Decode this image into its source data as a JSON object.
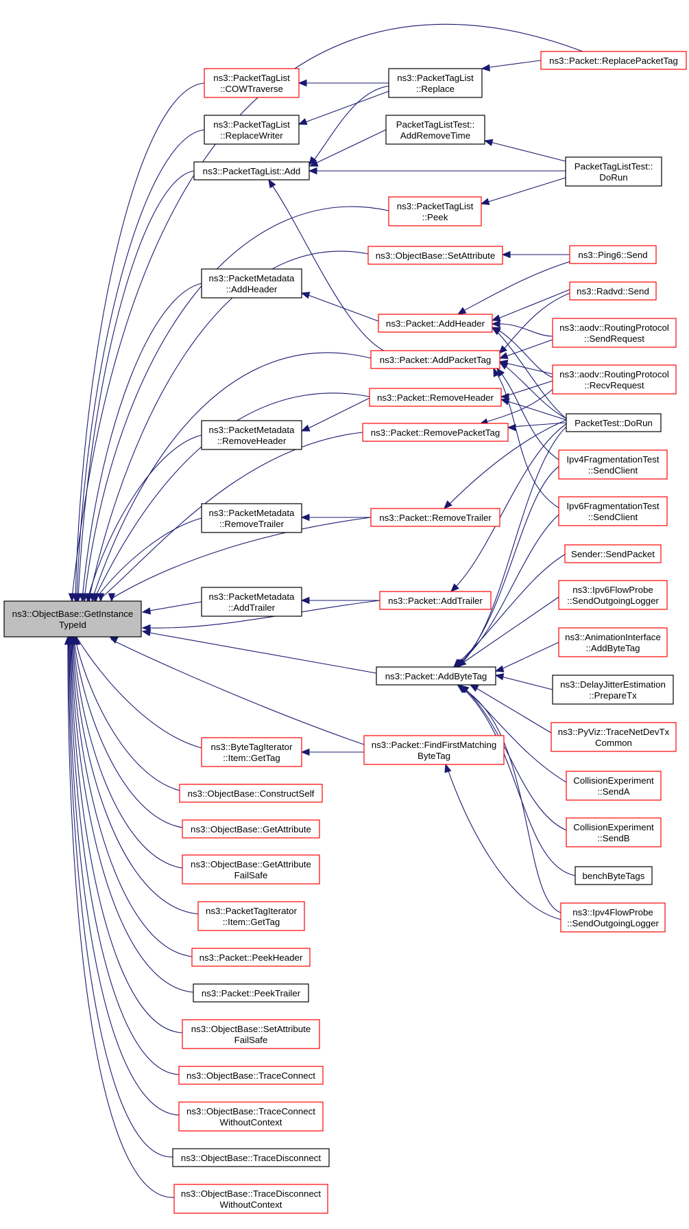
{
  "graph": {
    "root": "GetInstanceTypeId",
    "colors": {
      "edge": "#191970",
      "red_border": "#ff0000",
      "black_border": "#000000",
      "root_fill": "#bfbfbf"
    },
    "nodes": [
      {
        "id": "GetInstanceTypeId",
        "lines": [
          "ns3::ObjectBase::GetInstance",
          "TypeId"
        ],
        "border": "root"
      },
      {
        "id": "COWTraverse",
        "lines": [
          "ns3::PacketTagList",
          "::COWTraverse"
        ],
        "border": "red"
      },
      {
        "id": "ReplaceWriter",
        "lines": [
          "ns3::PacketTagList",
          "::ReplaceWriter"
        ],
        "border": "black"
      },
      {
        "id": "PTLAdd",
        "lines": [
          "ns3::PacketTagList::Add"
        ],
        "border": "black"
      },
      {
        "id": "PMAddHeader",
        "lines": [
          "ns3::PacketMetadata",
          "::AddHeader"
        ],
        "border": "black"
      },
      {
        "id": "PMRemoveHeader",
        "lines": [
          "ns3::PacketMetadata",
          "::RemoveHeader"
        ],
        "border": "black"
      },
      {
        "id": "PMRemoveTrailer",
        "lines": [
          "ns3::PacketMetadata",
          "::RemoveTrailer"
        ],
        "border": "black"
      },
      {
        "id": "PMAddTrailer",
        "lines": [
          "ns3::PacketMetadata",
          "::AddTrailer"
        ],
        "border": "black"
      },
      {
        "id": "BTIGetTag",
        "lines": [
          "ns3::ByteTagIterator",
          "::Item::GetTag"
        ],
        "border": "red"
      },
      {
        "id": "ConstructSelf",
        "lines": [
          "ns3::ObjectBase::ConstructSelf"
        ],
        "border": "red"
      },
      {
        "id": "GetAttribute",
        "lines": [
          "ns3::ObjectBase::GetAttribute"
        ],
        "border": "red"
      },
      {
        "id": "GetAttributeFailSafe",
        "lines": [
          "ns3::ObjectBase::GetAttribute",
          "FailSafe"
        ],
        "border": "red"
      },
      {
        "id": "PTIGetTag",
        "lines": [
          "ns3::PacketTagIterator",
          "::Item::GetTag"
        ],
        "border": "red"
      },
      {
        "id": "PeekHeader",
        "lines": [
          "ns3::Packet::PeekHeader"
        ],
        "border": "red"
      },
      {
        "id": "PeekTrailer",
        "lines": [
          "ns3::Packet::PeekTrailer"
        ],
        "border": "black"
      },
      {
        "id": "SetAttributeFailSafe",
        "lines": [
          "ns3::ObjectBase::SetAttribute",
          "FailSafe"
        ],
        "border": "red"
      },
      {
        "id": "TraceConnect",
        "lines": [
          "ns3::ObjectBase::TraceConnect"
        ],
        "border": "red"
      },
      {
        "id": "TraceConnectWC",
        "lines": [
          "ns3::ObjectBase::TraceConnect",
          "WithoutContext"
        ],
        "border": "red"
      },
      {
        "id": "TraceDisconnect",
        "lines": [
          "ns3::ObjectBase::TraceDisconnect"
        ],
        "border": "black"
      },
      {
        "id": "TraceDisconnectWC",
        "lines": [
          "ns3::ObjectBase::TraceDisconnect",
          "WithoutContext"
        ],
        "border": "red"
      },
      {
        "id": "PTLReplace",
        "lines": [
          "ns3::PacketTagList",
          "::Replace"
        ],
        "border": "black"
      },
      {
        "id": "PTLTAddRemoveTime",
        "lines": [
          "PacketTagListTest::",
          "AddRemoveTime"
        ],
        "border": "black"
      },
      {
        "id": "PTLPeek",
        "lines": [
          "ns3::PacketTagList",
          "::Peek"
        ],
        "border": "red"
      },
      {
        "id": "SetAttribute",
        "lines": [
          "ns3::ObjectBase::SetAttribute"
        ],
        "border": "red"
      },
      {
        "id": "PAddHeader",
        "lines": [
          "ns3::Packet::AddHeader"
        ],
        "border": "red"
      },
      {
        "id": "PAddPacketTag",
        "lines": [
          "ns3::Packet::AddPacketTag"
        ],
        "border": "red"
      },
      {
        "id": "PRemoveHeader",
        "lines": [
          "ns3::Packet::RemoveHeader"
        ],
        "border": "red"
      },
      {
        "id": "PRemovePacketTag",
        "lines": [
          "ns3::Packet::RemovePacketTag"
        ],
        "border": "red"
      },
      {
        "id": "PRemoveTrailer",
        "lines": [
          "ns3::Packet::RemoveTrailer"
        ],
        "border": "red"
      },
      {
        "id": "PAddTrailer",
        "lines": [
          "ns3::Packet::AddTrailer"
        ],
        "border": "red"
      },
      {
        "id": "PAddByteTag",
        "lines": [
          "ns3::Packet::AddByteTag"
        ],
        "border": "black"
      },
      {
        "id": "PFindFirst",
        "lines": [
          "ns3::Packet::FindFirstMatching",
          "ByteTag"
        ],
        "border": "red"
      },
      {
        "id": "ReplacePacketTag",
        "lines": [
          "ns3::Packet::ReplacePacketTag"
        ],
        "border": "red"
      },
      {
        "id": "PTLTDoRun",
        "lines": [
          "PacketTagListTest::",
          "DoRun"
        ],
        "border": "black"
      },
      {
        "id": "Ping6Send",
        "lines": [
          "ns3::Ping6::Send"
        ],
        "border": "red"
      },
      {
        "id": "RadvdSend",
        "lines": [
          "ns3::Radvd::Send"
        ],
        "border": "red"
      },
      {
        "id": "AodvSendRequest",
        "lines": [
          "ns3::aodv::RoutingProtocol",
          "::SendRequest"
        ],
        "border": "red"
      },
      {
        "id": "AodvRecvRequest",
        "lines": [
          "ns3::aodv::RoutingProtocol",
          "::RecvRequest"
        ],
        "border": "red"
      },
      {
        "id": "PacketTestDoRun",
        "lines": [
          "PacketTest::DoRun"
        ],
        "border": "black"
      },
      {
        "id": "Ipv4FragSendClient",
        "lines": [
          "Ipv4FragmentationTest",
          "::SendClient"
        ],
        "border": "red"
      },
      {
        "id": "Ipv6FragSendClient",
        "lines": [
          "Ipv6FragmentationTest",
          "::SendClient"
        ],
        "border": "red"
      },
      {
        "id": "SenderSendPacket",
        "lines": [
          "Sender::SendPacket"
        ],
        "border": "red"
      },
      {
        "id": "Ipv6FlowProbe",
        "lines": [
          "ns3::Ipv6FlowProbe",
          "::SendOutgoingLogger"
        ],
        "border": "red"
      },
      {
        "id": "AnimAddByteTag",
        "lines": [
          "ns3::AnimationInterface",
          "::AddByteTag"
        ],
        "border": "red"
      },
      {
        "id": "DelayJitter",
        "lines": [
          "ns3::DelayJitterEstimation",
          "::PrepareTx"
        ],
        "border": "black"
      },
      {
        "id": "PyViz",
        "lines": [
          "ns3::PyViz::TraceNetDevTx",
          "Common"
        ],
        "border": "red"
      },
      {
        "id": "CollisionA",
        "lines": [
          "CollisionExperiment",
          "::SendA"
        ],
        "border": "red"
      },
      {
        "id": "CollisionB",
        "lines": [
          "CollisionExperiment",
          "::SendB"
        ],
        "border": "red"
      },
      {
        "id": "BenchByteTags",
        "lines": [
          "benchByteTags"
        ],
        "border": "black"
      },
      {
        "id": "Ipv4FlowProbe",
        "lines": [
          "ns3::Ipv4FlowProbe",
          "::SendOutgoingLogger"
        ],
        "border": "red"
      }
    ]
  }
}
